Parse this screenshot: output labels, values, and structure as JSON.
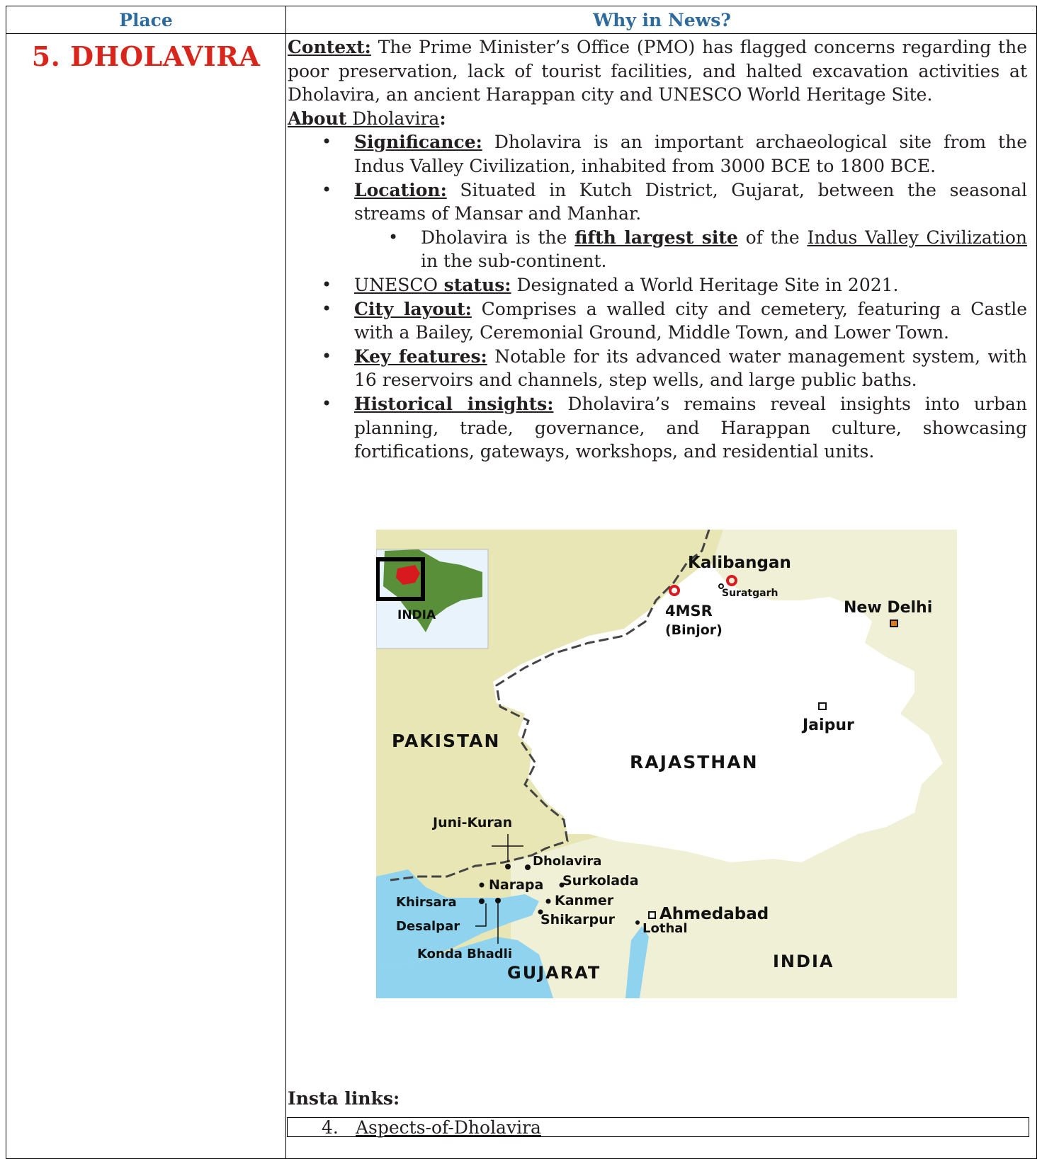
{
  "table": {
    "header_place": "Place",
    "header_news": "Why in News?",
    "place_name": "5. DHOLAVIRA"
  },
  "context": {
    "label": "Context:",
    "text": " The Prime Minister’s Office (PMO) has flagged concerns regarding the poor preservation, lack of tourist facilities, and halted excavation activities at Dholavira, an ancient Harappan city and UNESCO World Heritage Site."
  },
  "about": {
    "label_bold": "About",
    "label_rest": " Dholavira",
    "colon": ":"
  },
  "points": {
    "significance": {
      "label": "Significance:",
      "text": " Dholavira is an important archaeological site from the Indus Valley Civilization, inhabited from 3000 BCE to 1800 BCE."
    },
    "location": {
      "label": "Location:",
      "text": " Situated in Kutch District, Gujarat, between the seasonal streams of Mansar and Manhar."
    },
    "location_sub": {
      "pre": "Dholavira is the ",
      "bold": "fifth largest site",
      "mid": " of the ",
      "link": "Indus Valley Civilization ",
      "post": "in the sub-continent."
    },
    "unesco": {
      "label_plain": "UNESCO",
      "label_bold": " status:",
      "text": " Designated a World Heritage Site in 2021."
    },
    "city": {
      "label": "City layout:",
      "text": " Comprises a walled city and cemetery, featuring a Castle with a Bailey, Ceremonial Ground, Middle Town, and Lower Town."
    },
    "key": {
      "label": "Key features:",
      "text": " Notable for its advanced water management system, with 16 reservoirs and channels, step wells, and large public baths."
    },
    "history": {
      "label": "Historical insights:",
      "text": " Dholavira’s remains reveal insights into urban planning, trade, governance, and Harappan culture, showcasing fortifications, gateways, workshops, and residential units."
    }
  },
  "map": {
    "inset_label": "INDIA",
    "labels": {
      "kalibangan": "Kalibangan",
      "suratgarh": "Suratgarh",
      "fourmsr": "4MSR",
      "binjor": "(Binjor)",
      "newdelhi": "New Delhi",
      "jaipur": "Jaipur",
      "pakistan": "PAKISTAN",
      "rajasthan": "RAJASTHAN",
      "junikuran": "Juni-Kuran",
      "dholavira": "Dholavira",
      "narapa": "Narapa",
      "surkolada": "Surkolada",
      "khirsara": "Khirsara",
      "kanmer": "Kanmer",
      "shikarpur": "Shikarpur",
      "ahmedabad": "Ahmedabad",
      "desalpar": "Desalpar",
      "lothal": "Lothal",
      "kondabhadli": "Konda Bhadli",
      "gujarat": "GUJARAT",
      "india": "INDIA"
    },
    "colors": {
      "pakistan": "#e8e6b4",
      "india": "#f0f0d7",
      "rajasthan": "#ffffff",
      "sea": "#8fd3ee",
      "site": "#d71920",
      "capital": "#e07b1c"
    }
  },
  "insta": {
    "title": "Insta links:",
    "num": "4.",
    "link": "Aspects-of-Dholavira"
  }
}
